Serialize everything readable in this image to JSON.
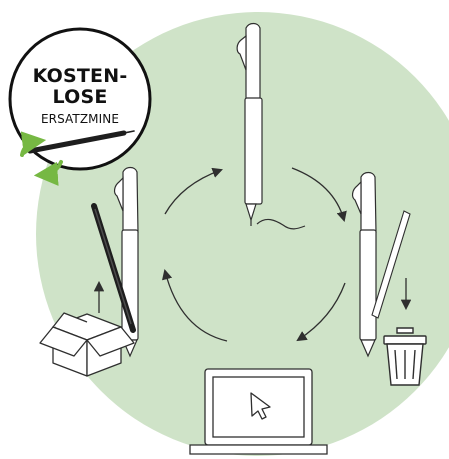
{
  "badge": {
    "line1": "KOSTEN-",
    "line2": "LOSE",
    "line3": "ERSATZMINE"
  },
  "colors": {
    "circle_fill": "#cfe3c8",
    "outline": "#2f2f2f",
    "badge_arrow": "#76b843",
    "refill_dark": "#1e1e1e"
  },
  "icons": [
    "pen-icon",
    "refill-icon",
    "cycle-arrow-icon",
    "box-icon",
    "trash-icon",
    "laptop-icon",
    "cursor-icon"
  ]
}
